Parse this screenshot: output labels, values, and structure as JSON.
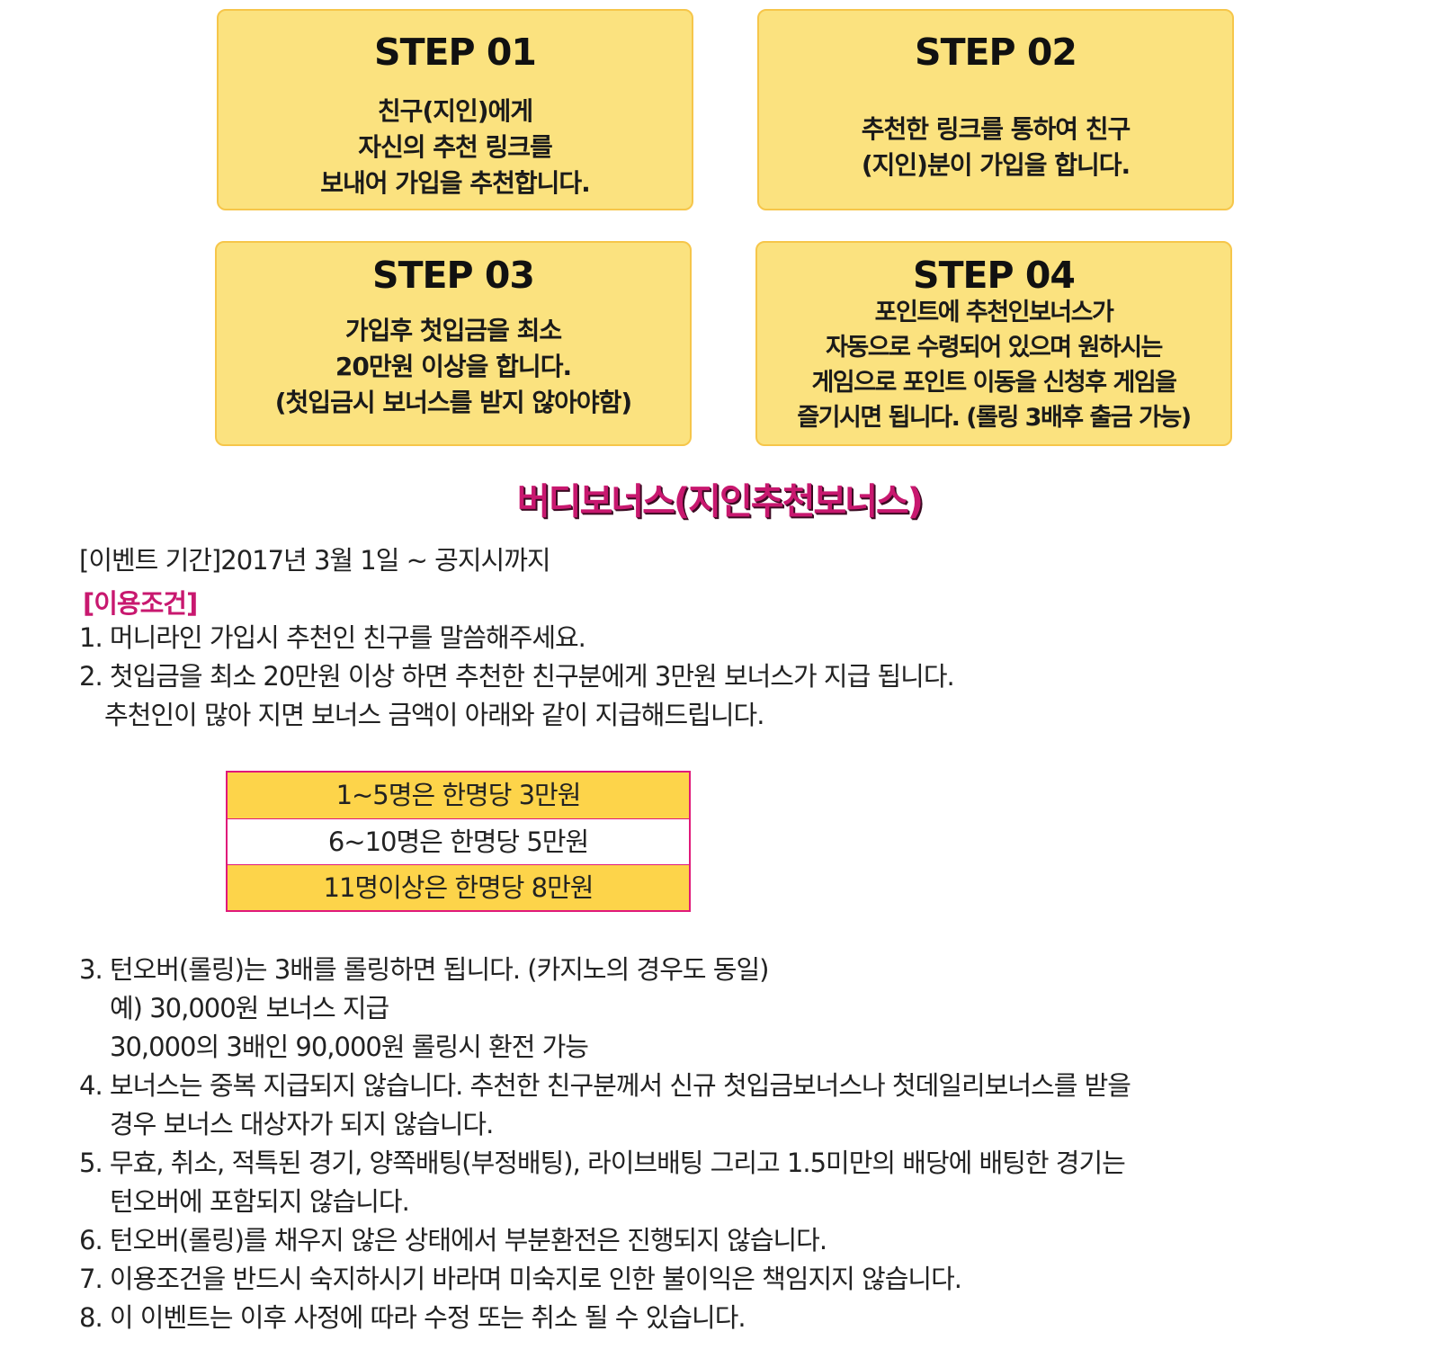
{
  "steps": [
    {
      "title": "STEP 01",
      "text": "친구(지인)에게\n자신의 추천 링크를\n보내어 가입을 추천합니다."
    },
    {
      "title": "STEP 02",
      "text": "추천한 링크를 통하여 친구\n(지인)분이 가입을 합니다."
    },
    {
      "title": "STEP 03",
      "text": "가입후 첫입금을 최소\n20만원 이상을 합니다.\n(첫입금시 보너스를 받지 않아야함)"
    },
    {
      "title": "STEP 04",
      "text": "포인트에 추천인보너스가\n자동으로 수령되어 있으며 원하시는\n게임으로 포인트 이동을 신청후 게임을\n즐기시면 됩니다. (롤링 3배후 출금 가능)"
    }
  ],
  "section_title": "버디보너스(지인추천보너스)",
  "event_period": "[이벤트 기간]2017년 3월 1일 ~ 공지시까지",
  "conditions_label": "[이용조건]",
  "terms_before_table": [
    "1. 머니라인 가입시 추천인 친구를 말씀해주세요.",
    "2. 첫입금을 최소 20만원 이상 하면 추천한 친구분에게 3만원 보너스가 지급 됩니다.",
    "    추천인이 많아 지면 보너스 금액이 아래와 같이 지급해드립니다."
  ],
  "bonus_table": [
    "1~5명은 한명당 3만원",
    "6~10명은 한명당 5만원",
    "11명이상은 한명당 8만원"
  ],
  "terms_after_table": [
    "3. 턴오버(롤링)는 3배를 롤링하면 됩니다. (카지노의 경우도 동일)",
    "    예) 30,000원 보너스 지급",
    "    30,000의 3배인 90,000원 롤링시 환전 가능",
    "4. 보너스는 중복 지급되지 않습니다. 추천한 친구분께서 신규 첫입금보너스나 첫데일리보너스를 받을",
    "    경우 보너스 대상자가 되지 않습니다.",
    "5. 무효, 취소, 적특된 경기, 양쪽배팅(부정배팅), 라이브배팅 그리고 1.5미만의 배당에 배팅한 경기는",
    "    턴오버에 포함되지 않습니다.",
    "6. 턴오버(롤링)를 채우지 않은 상태에서 부분환전은 진행되지 않습니다.",
    "7. 이용조건을 반드시 숙지하시기 바라며 미숙지로 인한 불이익은 책임지지 않습니다.",
    "8. 이 이벤트는 이후 사정에 따라 수정 또는 취소 될 수 있습니다."
  ],
  "colors": {
    "step_bg": "#fbe27f",
    "step_border": "#f6c64a",
    "accent": "#c8186f",
    "table_yellow": "#fdd44a",
    "table_border": "#e0197a"
  }
}
